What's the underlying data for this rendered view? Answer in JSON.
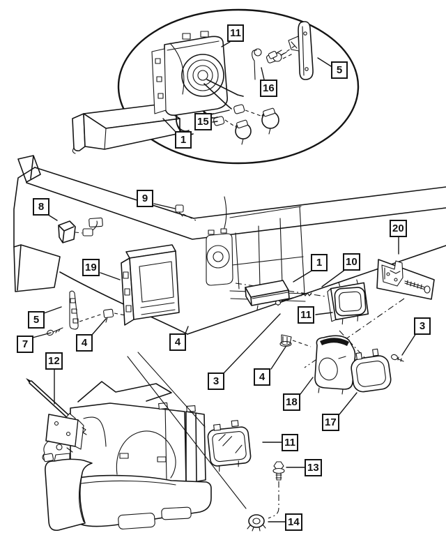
{
  "colors": {
    "ink": "#141414",
    "paper": "#ffffff"
  },
  "callouts": [
    {
      "label": "11"
    },
    {
      "label": "16"
    },
    {
      "label": "5"
    },
    {
      "label": "15"
    },
    {
      "label": "1"
    },
    {
      "label": "8"
    },
    {
      "label": "9"
    },
    {
      "label": "19"
    },
    {
      "label": "5"
    },
    {
      "label": "7"
    },
    {
      "label": "4"
    },
    {
      "label": "12"
    },
    {
      "label": "4"
    },
    {
      "label": "1"
    },
    {
      "label": "10"
    },
    {
      "label": "11"
    },
    {
      "label": "20"
    },
    {
      "label": "3"
    },
    {
      "label": "3"
    },
    {
      "label": "4"
    },
    {
      "label": "18"
    },
    {
      "label": "17"
    },
    {
      "label": "11"
    },
    {
      "label": "13"
    },
    {
      "label": "14"
    }
  ]
}
